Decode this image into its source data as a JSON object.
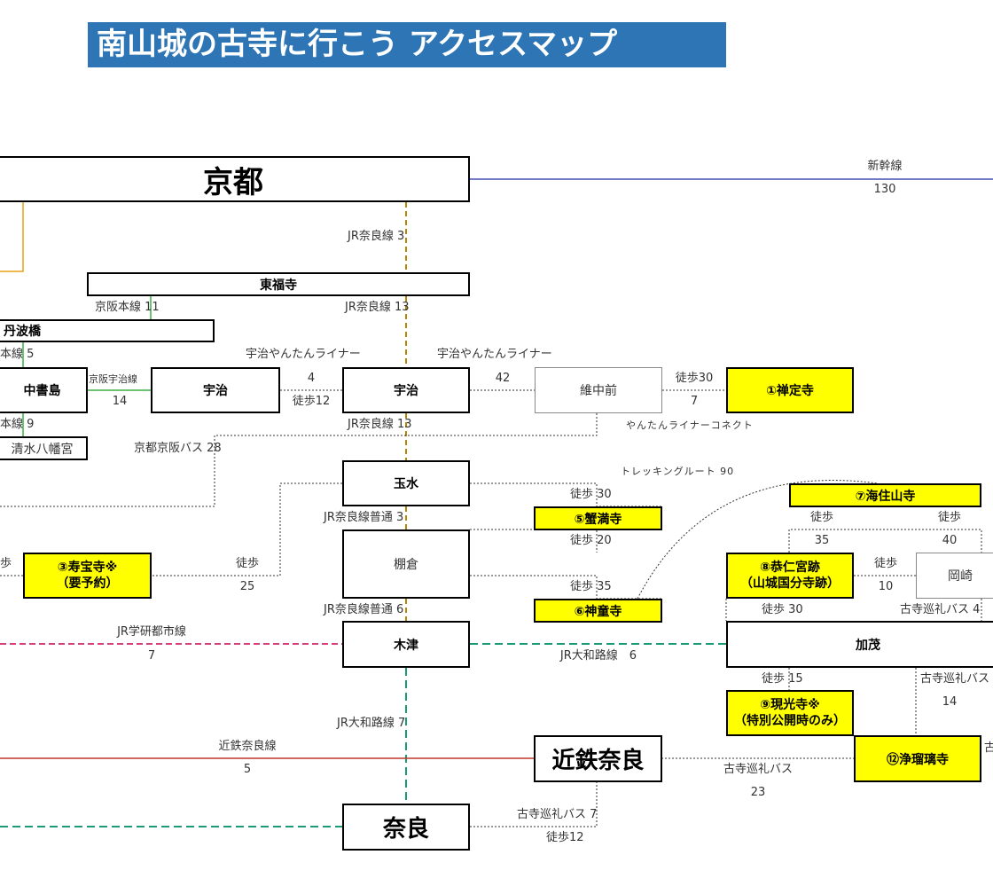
{
  "title": "南山城の古寺に行こう アクセスマップ",
  "colors": {
    "title_bg": "#2e75b6",
    "temple_fill": "#ffff00",
    "shinkansen": "#1f2aa8",
    "jr_nara_line": "#b8860b",
    "keihan_line": "#3cb043",
    "keihan_orange": "#e8a317",
    "jr_gakken_line": "#d6407a",
    "jr_yamatoji_line": "#1a9a76",
    "kintetsu_line": "#c0392b"
  },
  "nodes": {
    "kyoto": "京都",
    "tofukuji": "東福寺",
    "tanbabashi": "丹波橋",
    "chushojima": "中書島",
    "iwashimizu": "清水八幡宮",
    "keihan_uji": "宇治",
    "jr_uji": "宇治",
    "ichu_mae": "維中前",
    "zenjoji": "①禅定寺",
    "tamamizu": "玉水",
    "tanakura": "棚倉",
    "kanimanji": "⑤蟹満寺",
    "jindoji": "⑥神童寺",
    "jurakuji_name": "③寿宝寺※",
    "jurakuji_note": "（要予約）",
    "kaijusenji": "⑦海住山寺",
    "kunikyo_name": "⑧恭仁宮跡",
    "kunikyo_note": "（山城国分寺跡）",
    "okazaki": "岡崎",
    "kizu": "木津",
    "kamo": "加茂",
    "genkoji_name": "⑨現光寺※",
    "genkoji_note": "（特別公開時のみ）",
    "kintetsu_nara": "近鉄奈良",
    "joruriji": "⑫浄瑠璃寺",
    "nara": "奈良"
  },
  "labels": {
    "shinkansen_name": "新幹線",
    "shinkansen_min": "130",
    "jr_nara_kyoto": "JR奈良線 3",
    "keihan_main_11": "京阪本線 11",
    "jr_nara_13a": "JR奈良線 13",
    "keihan_main_5": "本線 5",
    "uji_liner_1": "宇治やんたんライナー",
    "uji_liner_2": "宇治やんたんライナー",
    "keihan_uji_line": "京阪宇治線",
    "keihan_uji_min": "14",
    "liner_4": "4",
    "walk_12_uji": "徒歩12",
    "liner_42": "42",
    "walk_30_zenjoji": "徒歩30",
    "walk_7_zenjoji": "7",
    "keihan_main_9": "本線 9",
    "jr_nara_13b": "JR奈良線 13",
    "yantan_connect": "やんたんライナーコネクト",
    "kyoto_keihan_bus": "京都京阪バス 28",
    "trekking": "トレッキングルート 90",
    "walk_30_kaniman": "徒歩 30",
    "jr_nara_local_3": "JR奈良線普通 3",
    "walk_20": "徒歩 20",
    "walk_toho_left": "歩",
    "walk_25_label": "徒歩",
    "walk_25_min": "25",
    "walk_35_jindo": "徒歩 35",
    "walk_kaiju_left": "徒歩",
    "walk_kaiju_left_min": "35",
    "walk_kaiju_right": "徒歩",
    "walk_kaiju_right_min": "40",
    "walk_kunikyo": "徒歩",
    "walk_kunikyo_min": "10",
    "jr_nara_local_6": "JR奈良線普通 6",
    "walk_30_kunikyo": "徒歩 30",
    "kodera_bus_4": "古寺巡礼バス 4",
    "jr_gakken": "JR学研都市線",
    "jr_gakken_min": "7",
    "jr_yamatoji_6": "JR大和路線　6",
    "walk_15": "徒歩 15",
    "kodera_bus_14": "古寺巡礼バス",
    "kodera_bus_14_min": "14",
    "jr_yamatoji_7": "JR大和路線 7",
    "kintetsu_nara_line": "近鉄奈良線",
    "kintetsu_min": "5",
    "kodera_bus_23": "古寺巡礼バス",
    "kodera_bus_23_min": "23",
    "kodera_right_cut": "古",
    "kodera_bus_7": "古寺巡礼バス 7",
    "walk_12_nara": "徒歩12"
  }
}
